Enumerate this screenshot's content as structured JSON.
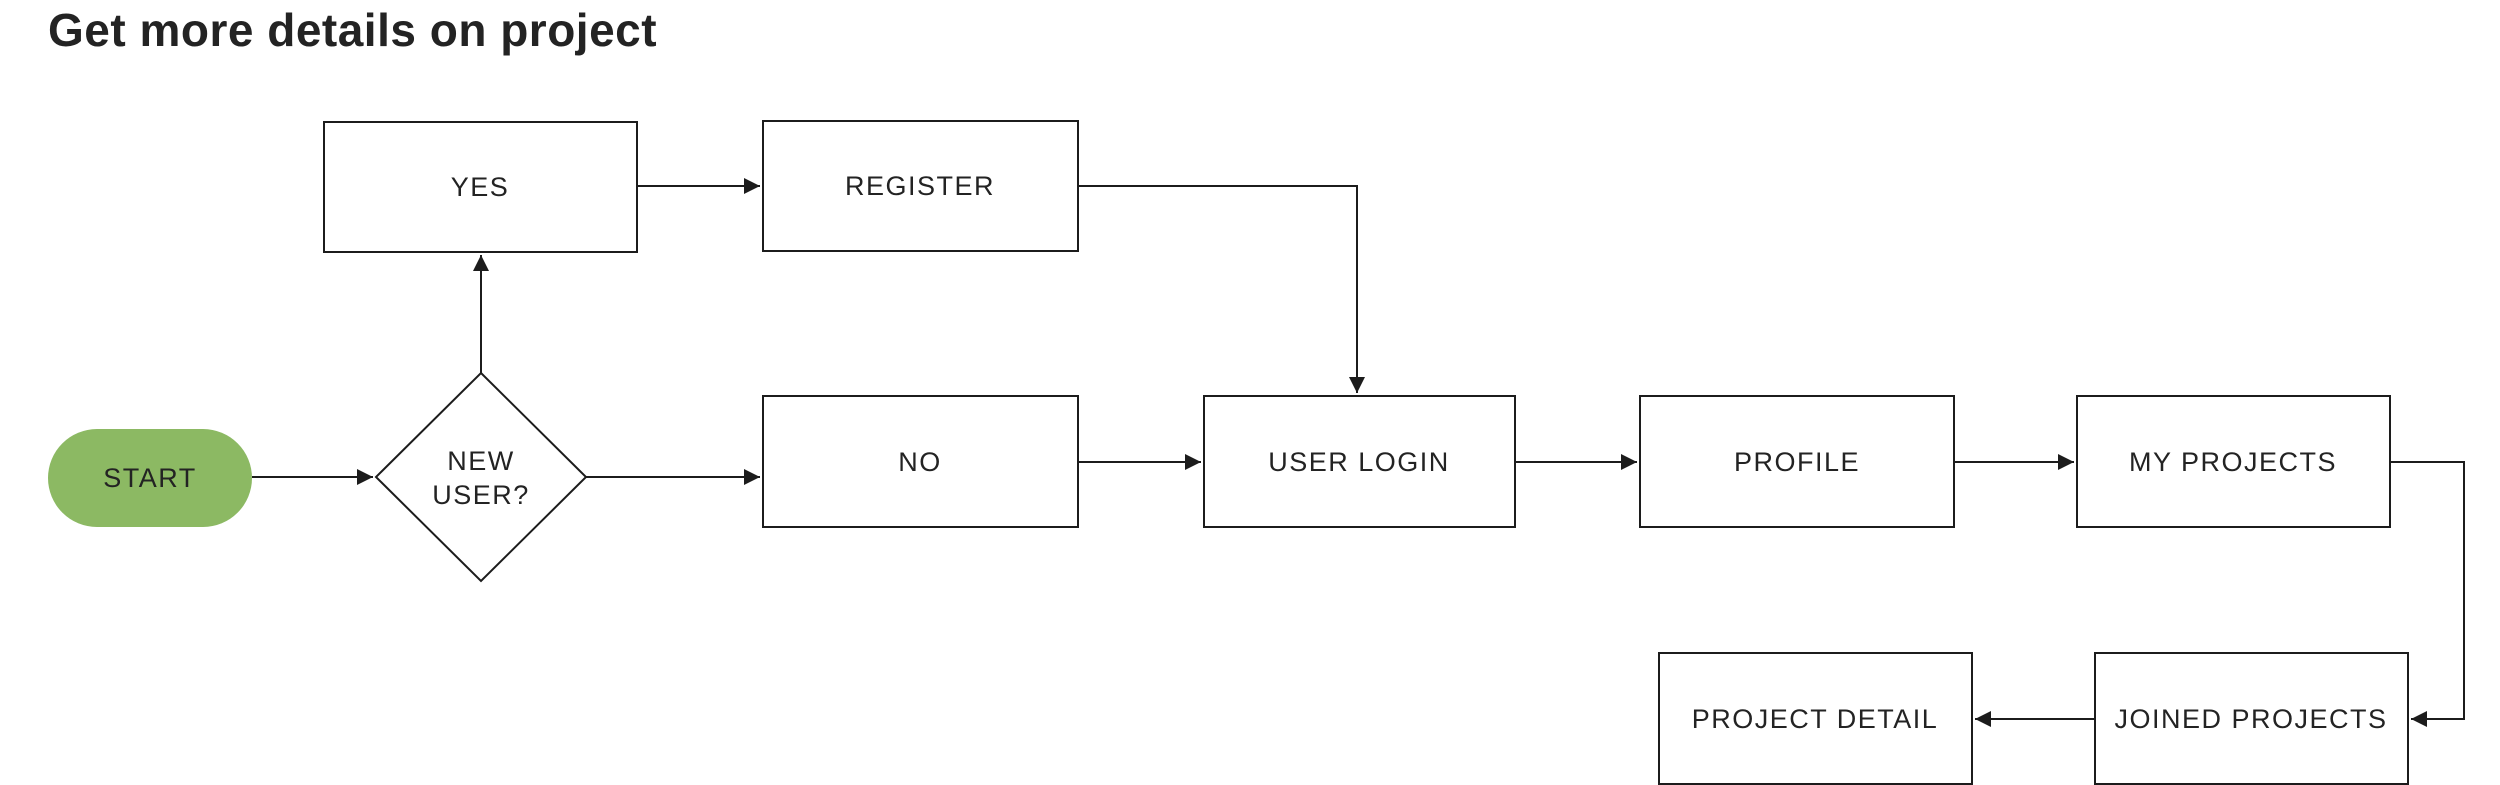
{
  "title": {
    "text": "Get more details on project"
  },
  "colors": {
    "title_green": "#7abc58",
    "start_fill": "#8cb963",
    "node_fill": "#ffffff",
    "stroke": "#1c1c1c",
    "label_text": "#232323",
    "background": "#ffffff"
  },
  "nodes": {
    "start": {
      "label": "START",
      "type": "terminator"
    },
    "new_user": {
      "label": "NEW USER?",
      "line1": "NEW",
      "line2": "USER?",
      "type": "decision"
    },
    "yes": {
      "label": "YES",
      "type": "process"
    },
    "register": {
      "label": "REGISTER",
      "type": "process"
    },
    "no": {
      "label": "NO",
      "type": "process"
    },
    "user_login": {
      "label": "USER LOGIN",
      "type": "process"
    },
    "profile": {
      "label": "PROFILE",
      "type": "process"
    },
    "my_projects": {
      "label": "MY PROJECTS",
      "type": "process"
    },
    "project_detail": {
      "label": "PROJECT DETAIL",
      "type": "process"
    },
    "joined_projects": {
      "label": "JOINED PROJECTS",
      "type": "process"
    }
  },
  "edges": [
    {
      "from": "start",
      "to": "new_user"
    },
    {
      "from": "new_user",
      "to": "yes"
    },
    {
      "from": "yes",
      "to": "register"
    },
    {
      "from": "register",
      "to": "user_login"
    },
    {
      "from": "new_user",
      "to": "no"
    },
    {
      "from": "no",
      "to": "user_login"
    },
    {
      "from": "user_login",
      "to": "profile"
    },
    {
      "from": "profile",
      "to": "my_projects"
    },
    {
      "from": "my_projects",
      "to": "joined_projects"
    },
    {
      "from": "joined_projects",
      "to": "project_detail"
    }
  ]
}
